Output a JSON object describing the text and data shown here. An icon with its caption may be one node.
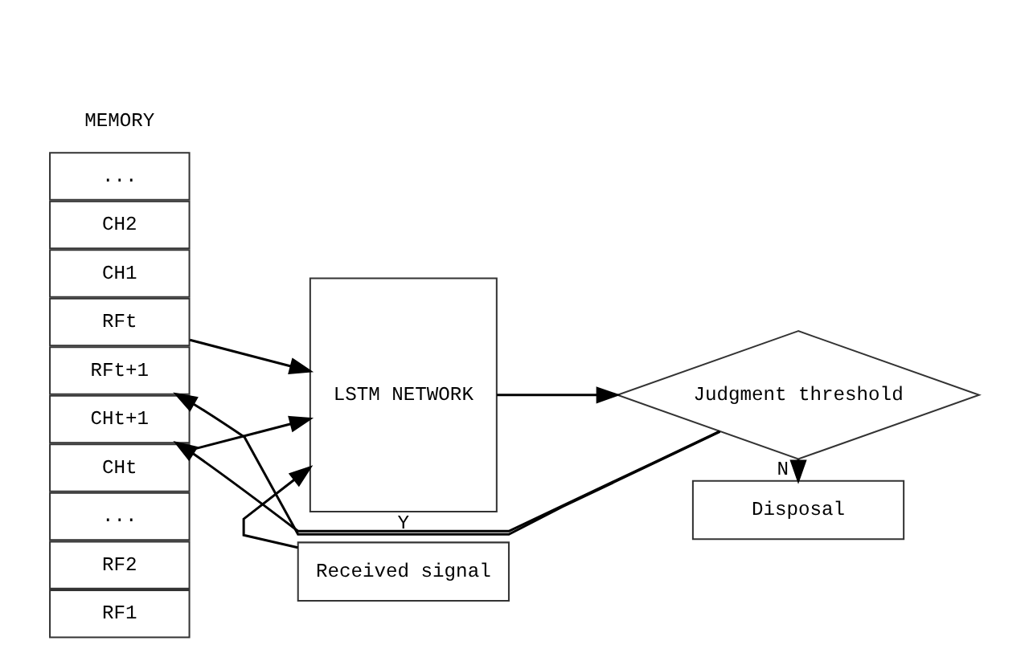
{
  "diagram": {
    "nodes": [
      {
        "text": [
          "RF1"
        ]
      },
      {
        "text": [
          "RF2"
        ]
      },
      {
        "text": [
          "..."
        ]
      },
      {
        "text": [
          "RFt"
        ]
      },
      {
        "text": [
          "RFt+1"
        ]
      },
      {
        "text": [
          "CH1"
        ]
      },
      {
        "text": [
          "CH2"
        ]
      },
      {
        "text": [
          "..."
        ]
      },
      {
        "text": [
          "CHt"
        ]
      },
      {
        "text": [
          "CHt+1"
        ]
      },
      {
        "text": [
          "Received signal"
        ]
      },
      {
        "text": [
          "LSTM NETWORK"
        ]
      },
      {
        "text": [
          "Judgment threshold"
        ]
      },
      {
        "text": [
          "Disposal"
        ]
      }
    ],
    "edges": [
      {
        "from": 3,
        "to": 11,
        "arrow": "to"
      },
      {
        "from": 8,
        "to": 11,
        "arrow": "to"
      },
      {
        "from": 10,
        "to": 11,
        "arrow": "to"
      },
      {
        "from": 11,
        "to": 12,
        "arrow": "to"
      },
      {
        "from": 12,
        "to": 4,
        "arrow": "to",
        "label": "Y"
      },
      {
        "from": 12,
        "to": 9,
        "arrow": "to"
      },
      {
        "from": 12,
        "to": 13,
        "arrow": "to",
        "label": "N"
      }
    ],
    "labels": [
      "MEMORY"
    ]
  }
}
